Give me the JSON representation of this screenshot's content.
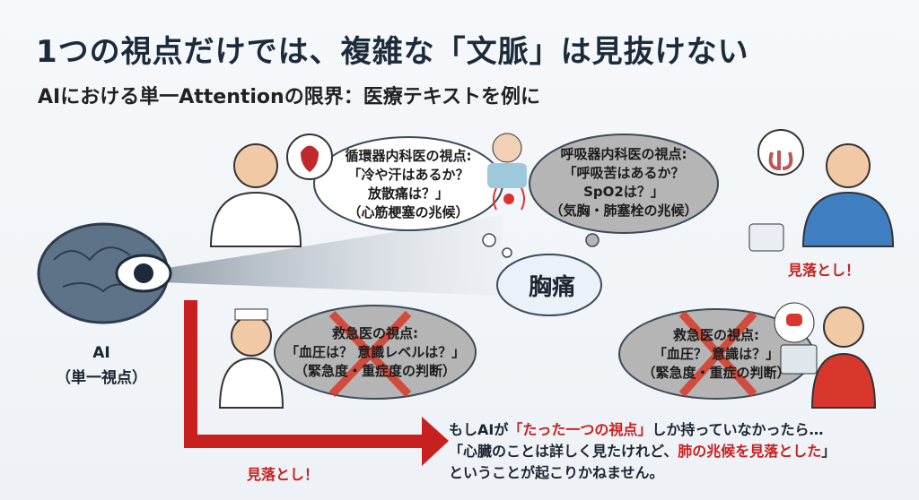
{
  "title": "1つの視点だけでは、複雑な「文脈」は見抜けない",
  "subtitle": "AIにおける単一Attentionの限界：医療テキストを例に",
  "ai_label": {
    "line1": "AI",
    "line2": "（単一視点）"
  },
  "center_symptom": "胸痛",
  "bubbles": [
    {
      "heading": "循環器内科医の視点:",
      "line1": "「冷や汗はあるか？",
      "line2": "放散痛は？」",
      "line3": "（心筋梗塞の兆候）",
      "active": true
    },
    {
      "heading": "呼吸器内科医の視点:",
      "line1": "「呼吸苦はあるか？",
      "line2": "SpO2は？」",
      "line3": "（気胸・肺塞栓の兆候）",
      "active": false
    },
    {
      "heading": "救急医の視点:",
      "line1": "「血圧は？ 意識レベルは？」",
      "line2": "（緊急度・重症度の判断）",
      "active": false,
      "crossed": true
    },
    {
      "heading": "救急医の視点:",
      "line1": "「血圧？ 意識は？」",
      "line2": "（緊急度・重症の判断）",
      "active": false,
      "crossed": true
    }
  ],
  "missed_labels": [
    "見落とし！",
    "見落とし！"
  ],
  "message": {
    "l1_a": "もしAIが",
    "l1_red": "「たった一つの視点」",
    "l1_b": "しか持っていなかったら…",
    "l2_a": "「心臓のことは詳しく見たけれど、",
    "l2_red": "肺の兆候を見落とした",
    "l2_b": "」",
    "l3": "ということが起こりかねません。"
  },
  "colors": {
    "accent_red": "#c8201f",
    "title": "#1d2a3a",
    "bubble_grey": "#b5b5b5"
  }
}
